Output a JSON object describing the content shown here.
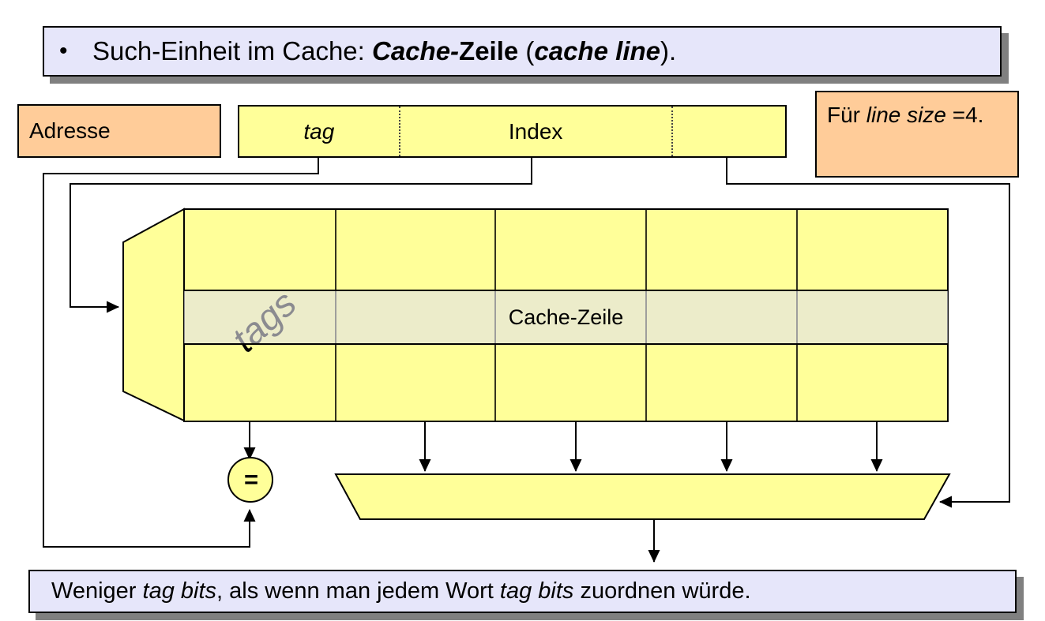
{
  "colors": {
    "lavender_box": "#e6e6fa",
    "orange_box": "#ffcc99",
    "yellow_shape": "#ffff99",
    "highlight_overlay": "rgba(225,225,232,0.62)",
    "shadow": "#808080",
    "line": "#000000"
  },
  "title_box": {
    "bullet": "•",
    "segments": [
      {
        "t": "Such-Einheit im Cache: ",
        "s": "r"
      },
      {
        "t": "Cache-",
        "s": "bi"
      },
      {
        "t": "Zeile",
        "s": "b"
      },
      {
        "t": " (",
        "s": "r"
      },
      {
        "t": "cache line",
        "s": "bi"
      },
      {
        "t": ").",
        "s": "r"
      }
    ]
  },
  "address_label_box": {
    "label": "Adresse"
  },
  "address_bar": {
    "fields": [
      {
        "name": "tag",
        "label": "tag"
      },
      {
        "name": "index",
        "label": "Index"
      },
      {
        "name": "offset",
        "label": ""
      }
    ]
  },
  "note_box": {
    "segments": [
      {
        "t": "Für ",
        "s": "r"
      },
      {
        "t": "line size",
        "s": "i"
      },
      {
        "t": " =4.",
        "s": "r"
      }
    ]
  },
  "cache_diagram": {
    "tags_label": "tags",
    "row_label": "Cache-Zeile",
    "comparator_symbol": "=",
    "num_columns": 5,
    "num_rows": 3
  },
  "bottom_box": {
    "segments": [
      {
        "t": "Weniger ",
        "s": "r"
      },
      {
        "t": "tag bits",
        "s": "i"
      },
      {
        "t": ", als wenn man jedem Wort ",
        "s": "r"
      },
      {
        "t": "tag bits",
        "s": "i"
      },
      {
        "t": " zuordnen würde.",
        "s": "r"
      }
    ]
  }
}
